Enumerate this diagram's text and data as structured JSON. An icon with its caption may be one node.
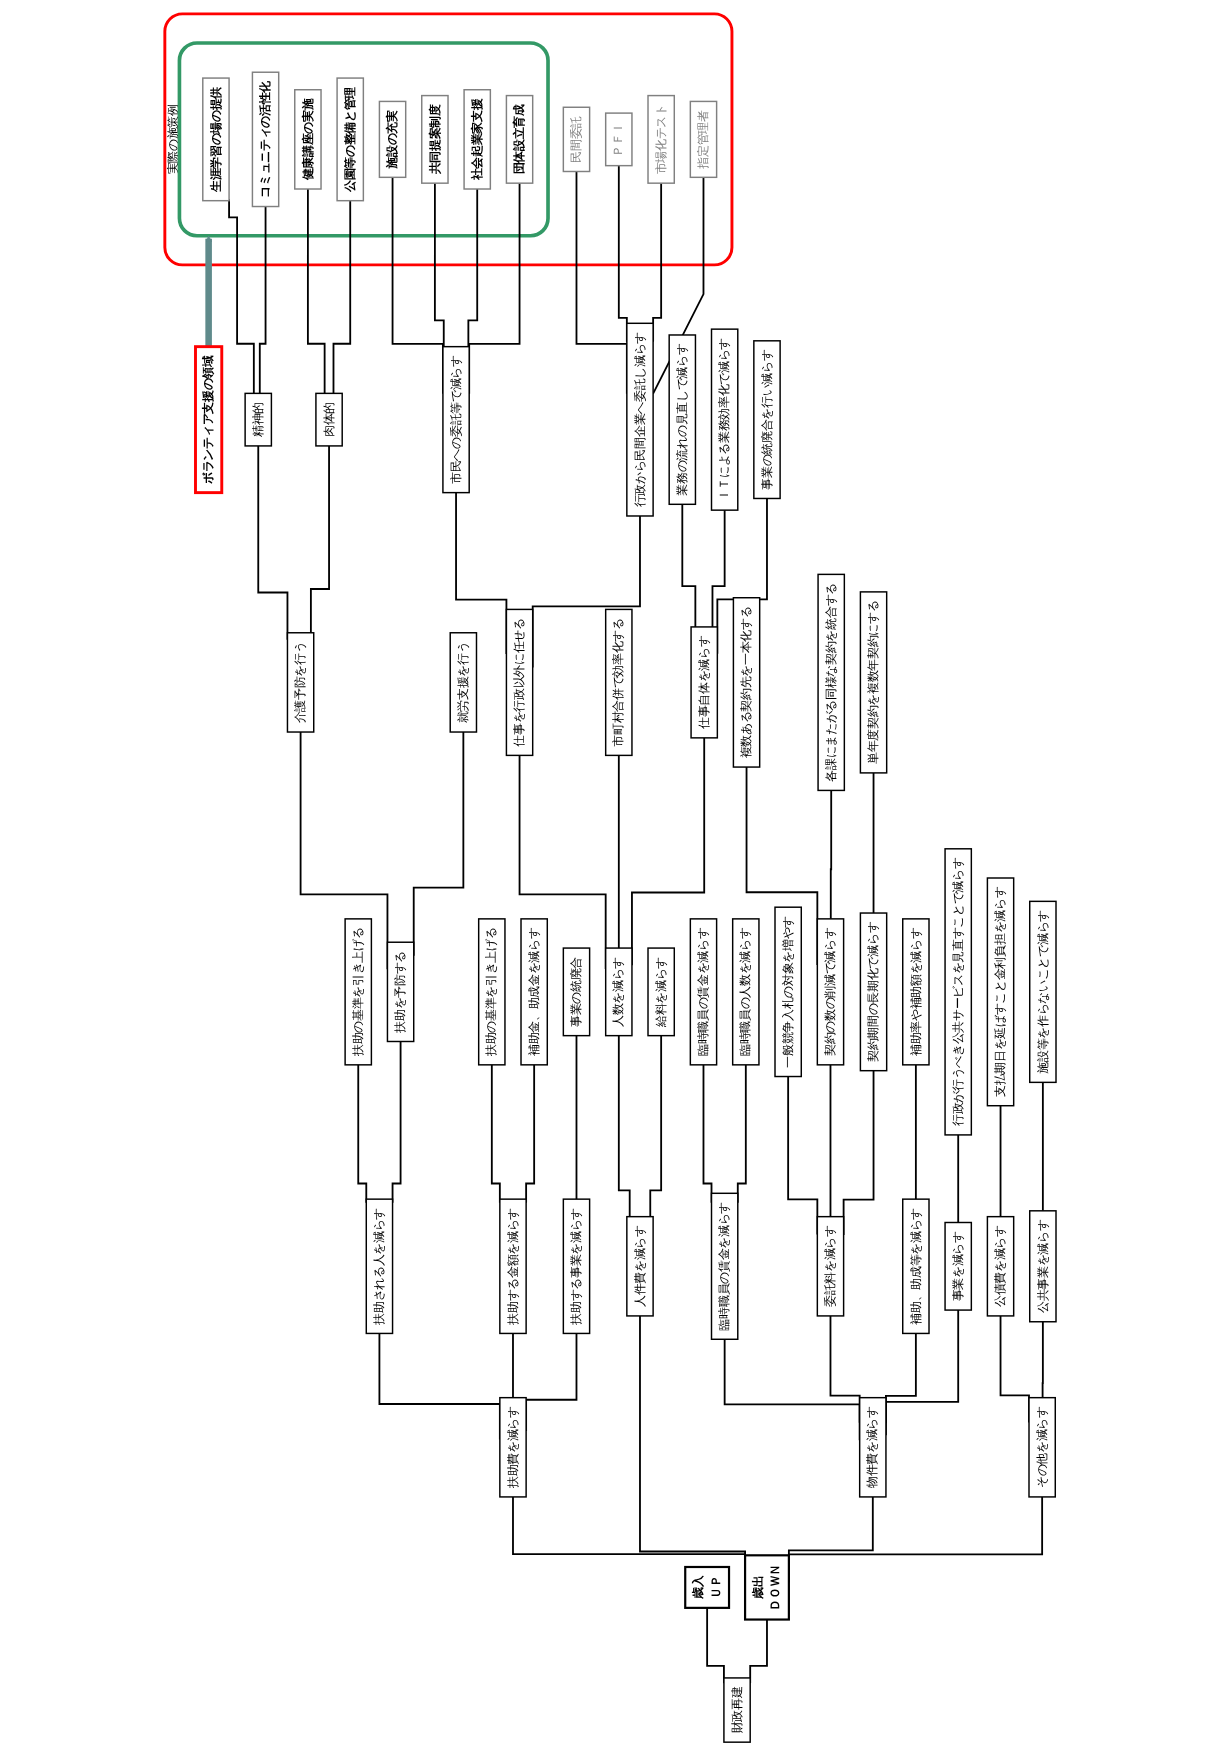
{
  "diagram": {
    "nodes": [
      {
        "text": [
          "実際の施策例"
        ]
      },
      {
        "text": [],
        "shape": "box",
        "in": 0
      },
      {
        "text": [
          "生涯学習の場の提供"
        ],
        "in": 1
      },
      {
        "text": [
          "コミュニティの活性化"
        ],
        "in": 1
      },
      {
        "text": [
          "健康講座の実施"
        ],
        "in": 1
      },
      {
        "text": [
          "公園等の整備と管理"
        ],
        "in": 1
      },
      {
        "text": [
          "施設の充実"
        ],
        "in": 1
      },
      {
        "text": [
          "共同提案制度"
        ],
        "in": 1
      },
      {
        "text": [
          "社会起業家支援"
        ],
        "in": 1
      },
      {
        "text": [
          "団体設立育成"
        ],
        "in": 1
      },
      {
        "text": [
          "民間委託"
        ],
        "in": 0
      },
      {
        "text": [
          "ＰＦＩ"
        ],
        "in": 0
      },
      {
        "text": [
          "市場化テスト"
        ],
        "in": 0
      },
      {
        "text": [
          "指定管理者"
        ],
        "in": 0
      },
      {
        "text": [
          "ボランティア支援の領域"
        ]
      },
      {
        "text": [
          "精神的"
        ]
      },
      {
        "text": [
          "肉体的"
        ]
      },
      {
        "text": [
          "介護予防を行う"
        ]
      },
      {
        "text": [
          "就労支援を行う"
        ]
      },
      {
        "text": [
          "市民への委託等で減らす"
        ]
      },
      {
        "text": [
          "行政から民間企業へ委託し減らす"
        ]
      },
      {
        "text": [
          "業務の流れの見直しで減らす"
        ]
      },
      {
        "text": [
          "ＩＴによる業務効率化で減らす"
        ]
      },
      {
        "text": [
          "事業の統廃合を行い減らす"
        ]
      },
      {
        "text": [
          "扶助の基準を引き上げる"
        ]
      },
      {
        "text": [
          "扶助を予防する"
        ]
      },
      {
        "text": [
          "扶助の基準を引き上げる"
        ]
      },
      {
        "text": [
          "補助金、助成金を減らす"
        ]
      },
      {
        "text": [
          "事業の統廃合"
        ]
      },
      {
        "text": [
          "仕事を行政以外に任せる"
        ]
      },
      {
        "text": [
          "市町村合併で効率化する"
        ]
      },
      {
        "text": [
          "仕事自体を減らす"
        ]
      },
      {
        "text": [
          "臨時職員の賃金を減らす"
        ]
      },
      {
        "text": [
          "臨時職員の人数を減らす"
        ]
      },
      {
        "text": [
          "一般競争入札の対象を増やす"
        ]
      },
      {
        "text": [
          "契約の数の削減で減らす"
        ]
      },
      {
        "text": [
          "契約期間の長期化で減らす"
        ]
      },
      {
        "text": [
          "複数ある契約先を一本化する"
        ]
      },
      {
        "text": [
          "各課にまたがる同様な契約を統合する"
        ]
      },
      {
        "text": [
          "単年度契約を複数年契約にする"
        ]
      },
      {
        "text": [
          "補助率や補助額を減らす"
        ]
      },
      {
        "text": [
          "行政が行うべき公共サービスを見直すことで減らす"
        ]
      },
      {
        "text": [
          "支払期日を延ばすこと金利負担を減らす"
        ]
      },
      {
        "text": [
          "施設等を作らないことで減らす"
        ]
      },
      {
        "text": [
          "扶助される人を減らす"
        ]
      },
      {
        "text": [
          "扶助する金額を減らす"
        ]
      },
      {
        "text": [
          "扶助する事業を減らす"
        ]
      },
      {
        "text": [
          "人数を減らす"
        ]
      },
      {
        "text": [
          "給料を減らす"
        ]
      },
      {
        "text": [
          "臨時職員の賃金を減らす"
        ]
      },
      {
        "text": [
          "委託料を減らす"
        ]
      },
      {
        "text": [
          "補助、助成等を減らす"
        ]
      },
      {
        "text": [
          "事業を減らす"
        ]
      },
      {
        "text": [
          "公債費を減らす"
        ]
      },
      {
        "text": [
          "公共事業を減らす"
        ]
      },
      {
        "text": [
          "扶助費を減らす"
        ]
      },
      {
        "text": [
          "人件費を減らす"
        ]
      },
      {
        "text": [
          "物件費を減らす"
        ]
      },
      {
        "text": [
          "その他を減らす"
        ]
      },
      {
        "text": [
          "歳入",
          "ＵＰ"
        ]
      },
      {
        "text": [
          "歳出",
          "ＤＯＷＮ"
        ]
      },
      {
        "text": [
          "財政再建"
        ]
      }
    ],
    "edges": [
      {
        "from": 61,
        "to": 59,
        "arrow": "none"
      },
      {
        "from": 61,
        "to": 60,
        "arrow": "none"
      },
      {
        "from": 60,
        "to": 55,
        "arrow": "none"
      },
      {
        "from": 60,
        "to": 56,
        "arrow": "none"
      },
      {
        "from": 60,
        "to": 57,
        "arrow": "none"
      },
      {
        "from": 60,
        "to": 58,
        "arrow": "none"
      },
      {
        "from": 55,
        "to": 44,
        "arrow": "none"
      },
      {
        "from": 55,
        "to": 45,
        "arrow": "none"
      },
      {
        "from": 55,
        "to": 46,
        "arrow": "none"
      },
      {
        "from": 44,
        "to": 24,
        "arrow": "none"
      },
      {
        "from": 44,
        "to": 25,
        "arrow": "none"
      },
      {
        "from": 25,
        "to": 17,
        "arrow": "none"
      },
      {
        "from": 25,
        "to": 18,
        "arrow": "none"
      },
      {
        "from": 17,
        "to": 15,
        "arrow": "none"
      },
      {
        "from": 17,
        "to": 16,
        "arrow": "none"
      },
      {
        "from": 15,
        "to": 2,
        "arrow": "none"
      },
      {
        "from": 15,
        "to": 3,
        "arrow": "none"
      },
      {
        "from": 16,
        "to": 4,
        "arrow": "none"
      },
      {
        "from": 16,
        "to": 5,
        "arrow": "none"
      },
      {
        "from": 45,
        "to": 26,
        "arrow": "none"
      },
      {
        "from": 45,
        "to": 27,
        "arrow": "none"
      },
      {
        "from": 46,
        "to": 28,
        "arrow": "none"
      },
      {
        "from": 56,
        "to": 47,
        "arrow": "none"
      },
      {
        "from": 56,
        "to": 48,
        "arrow": "none"
      },
      {
        "from": 47,
        "to": 29,
        "arrow": "none"
      },
      {
        "from": 47,
        "to": 30,
        "arrow": "none"
      },
      {
        "from": 47,
        "to": 31,
        "arrow": "none"
      },
      {
        "from": 29,
        "to": 19,
        "arrow": "none"
      },
      {
        "from": 29,
        "to": 20,
        "arrow": "none"
      },
      {
        "from": 19,
        "to": 6,
        "arrow": "none"
      },
      {
        "from": 19,
        "to": 7,
        "arrow": "none"
      },
      {
        "from": 19,
        "to": 8,
        "arrow": "none"
      },
      {
        "from": 19,
        "to": 9,
        "arrow": "none"
      },
      {
        "from": 20,
        "to": 10,
        "arrow": "none"
      },
      {
        "from": 20,
        "to": 11,
        "arrow": "none"
      },
      {
        "from": 20,
        "to": 12,
        "arrow": "none"
      },
      {
        "from": 20,
        "to": 13,
        "arrow": "none"
      },
      {
        "from": 31,
        "to": 21,
        "arrow": "none"
      },
      {
        "from": 31,
        "to": 22,
        "arrow": "none"
      },
      {
        "from": 31,
        "to": 23,
        "arrow": "none"
      },
      {
        "from": 57,
        "to": 49,
        "arrow": "none"
      },
      {
        "from": 57,
        "to": 50,
        "arrow": "none"
      },
      {
        "from": 57,
        "to": 51,
        "arrow": "none"
      },
      {
        "from": 57,
        "to": 52,
        "arrow": "none"
      },
      {
        "from": 49,
        "to": 32,
        "arrow": "none"
      },
      {
        "from": 49,
        "to": 33,
        "arrow": "none"
      },
      {
        "from": 50,
        "to": 34,
        "arrow": "none"
      },
      {
        "from": 50,
        "to": 35,
        "arrow": "none"
      },
      {
        "from": 50,
        "to": 36,
        "arrow": "none"
      },
      {
        "from": 35,
        "to": 37,
        "arrow": "none"
      },
      {
        "from": 35,
        "to": 38,
        "arrow": "none"
      },
      {
        "from": 36,
        "to": 39,
        "arrow": "none"
      },
      {
        "from": 51,
        "to": 40,
        "arrow": "none"
      },
      {
        "from": 52,
        "to": 41,
        "arrow": "none"
      },
      {
        "from": 58,
        "to": 53,
        "arrow": "none"
      },
      {
        "from": 58,
        "to": 54,
        "arrow": "none"
      },
      {
        "from": 53,
        "to": 42,
        "arrow": "none"
      },
      {
        "from": 54,
        "to": 43,
        "arrow": "none"
      },
      {
        "from": 14,
        "to": 1,
        "arrow": "to",
        "style": "thick",
        "color": "#5f8a8b"
      }
    ]
  }
}
